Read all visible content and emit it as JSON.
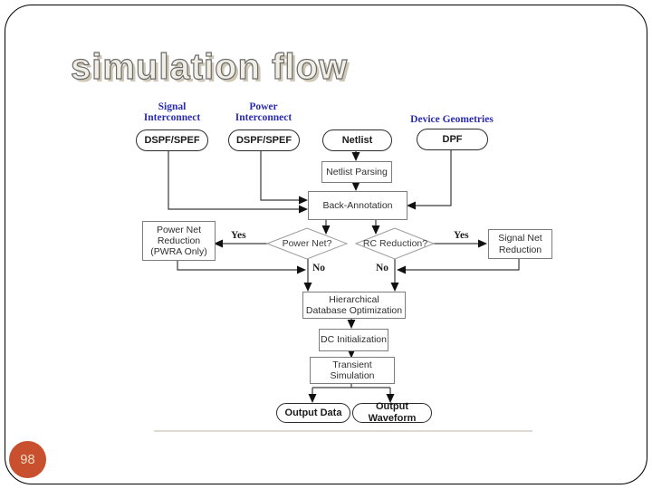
{
  "slide": {
    "title": "simulation flow",
    "page_number": "98"
  },
  "diagram": {
    "annotations": {
      "signal_interconnect": "Signal\nInterconnect",
      "power_interconnect": "Power\nInterconnect",
      "device_geometries": "Device Geometries",
      "yes_left": "Yes",
      "no_left": "No",
      "yes_right": "Yes",
      "no_right": "No"
    },
    "nodes": {
      "dspf_signal": "DSPF/SPEF",
      "dspf_power": "DSPF/SPEF",
      "netlist": "Netlist",
      "dpf": "DPF",
      "netlist_parsing": "Netlist Parsing",
      "back_annotation": "Back-Annotation",
      "power_net_reduction": "Power Net\nReduction\n(PWRA Only)",
      "power_net_q": "Power Net?",
      "rc_reduction_q": "RC Reduction?",
      "signal_net_reduction": "Signal Net\nReduction",
      "hierarchical_db": "Hierarchical\nDatabase Optimization",
      "dc_init": "DC Initialization",
      "transient_sim": "Transient Simulation",
      "output_data": "Output Data",
      "output_waveform": "Output Waveform"
    },
    "colors": {
      "annotation_blue": "#2b2bb0",
      "page_badge_orange": "#c8502e",
      "title_fill": "#f1eee5",
      "title_outline": "#6b6b6b",
      "wire_dark": "#3a3a3a",
      "footer_rule": "#d2cfc4"
    }
  }
}
